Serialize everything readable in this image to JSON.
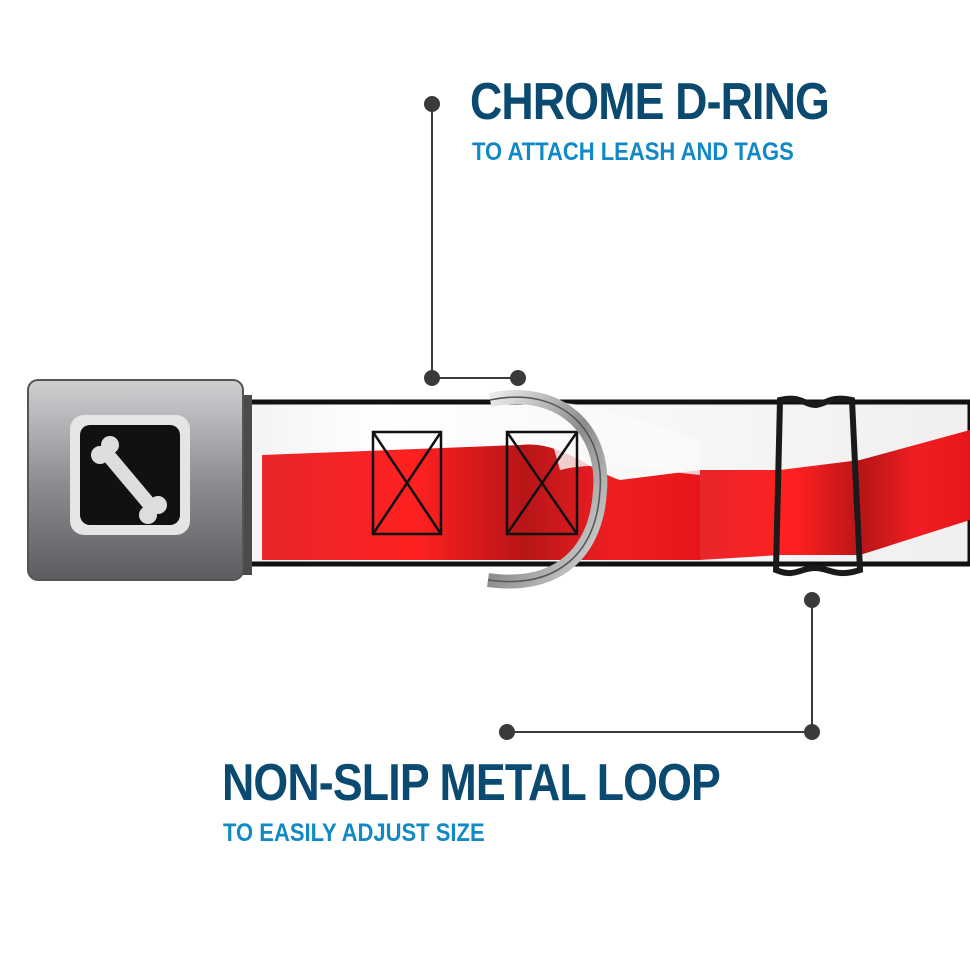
{
  "callouts": {
    "d_ring": {
      "title": "CHROME D-RING",
      "subtitle": "TO ATTACH LEASH AND TAGS"
    },
    "metal_loop": {
      "title": "NON-SLIP METAL LOOP",
      "subtitle": "TO EASILY ADJUST SIZE"
    }
  },
  "colors": {
    "title": "#0b4a70",
    "subtitle": "#1189c6",
    "strap_red": "#e8161b",
    "leader": "#3a3a3a"
  }
}
